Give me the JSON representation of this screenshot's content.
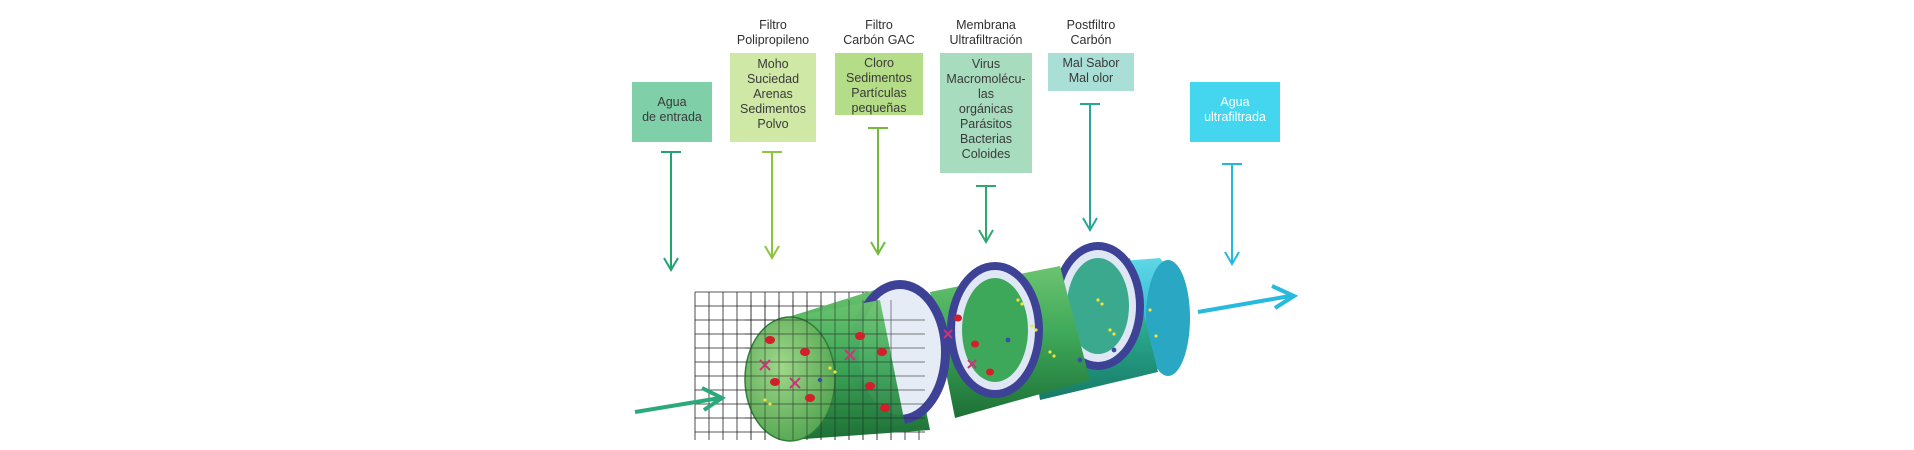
{
  "stages": [
    {
      "id": "entrada",
      "heading": [],
      "items": [
        "Agua",
        "de entrada"
      ],
      "color": "#7fcfa8",
      "arrow": "#23a36f"
    },
    {
      "id": "polipropileno",
      "heading": [
        "Filtro",
        "Polipropileno"
      ],
      "items": [
        "Moho",
        "Suciedad",
        "Arenas",
        "Sedimentos",
        "Polvo"
      ],
      "color": "#cfe8a6",
      "arrow": "#8cc63f"
    },
    {
      "id": "gac",
      "heading": [
        "Filtro",
        "Carbón GAC"
      ],
      "items": [
        "Cloro",
        "Sedimentos",
        "Partículas",
        "pequeñas"
      ],
      "color": "#b5dc86",
      "arrow": "#72bb3c"
    },
    {
      "id": "ultrafiltracion",
      "heading": [
        "Membrana",
        "Ultrafiltración"
      ],
      "items": [
        "Virus",
        "Macromolécu-",
        "las",
        "orgánicas",
        "Parásitos",
        "Bacterias",
        "Coloides"
      ],
      "color": "#a8dcbf",
      "arrow": "#2fa86f"
    },
    {
      "id": "postfiltro",
      "heading": [
        "Postfiltro",
        "Carbón"
      ],
      "items": [
        "Mal Sabor",
        "Mal olor"
      ],
      "color": "#a9dfd6",
      "arrow": "#24a89a"
    },
    {
      "id": "salida",
      "heading": [],
      "items": [
        "Agua",
        "ultrafiltrada"
      ],
      "color": "#43d6ee",
      "arrow": "#25b8dd"
    }
  ],
  "colors": {
    "cylinder_green": "#3ea85a",
    "cylinder_dark": "#1f7a3c",
    "cylinder_teal": "#2cb3b0",
    "cylinder_cyan": "#3cc7d8",
    "flange": "#4a4fa3",
    "flange_inner": "#dfe7f4",
    "grid": "#222222",
    "particle_red": "#d21f2a",
    "particle_magenta": "#c8357a",
    "particle_yellow": "#f2e33a"
  },
  "icons": [
    "arrow-down-icon",
    "flow-in-arrow-icon",
    "flow-out-arrow-icon"
  ]
}
